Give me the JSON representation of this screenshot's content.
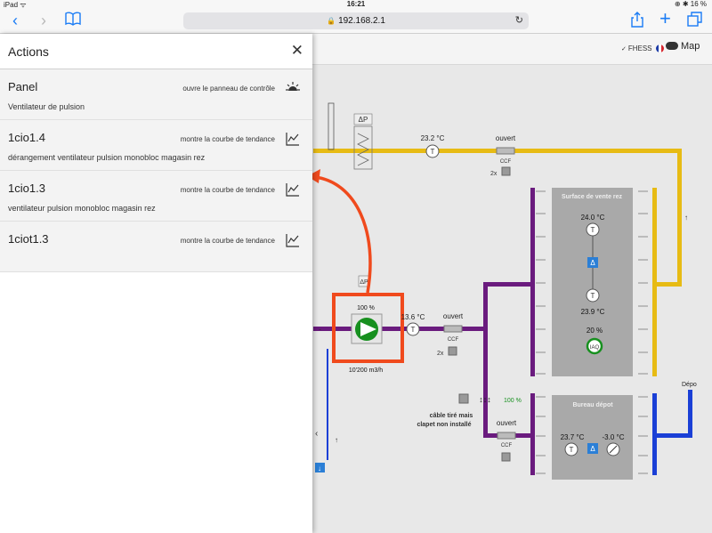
{
  "statusbar": {
    "device": "iPad ᯤ",
    "time": "16:21",
    "battery": "⊕ ✱ 16 %"
  },
  "browser": {
    "url": "192.168.2.1"
  },
  "header": {
    "user": "FHESS",
    "map_label": "Map"
  },
  "panel": {
    "title": "Actions",
    "items": [
      {
        "name": "Panel",
        "hint": "ouvre le panneau de contrôle",
        "desc": "Ventilateur de pulsion",
        "icon": "sun-icon"
      },
      {
        "name": "1cio1.4",
        "hint": "montre la courbe de tendance",
        "desc": "dérangement ventilateur pulsion monobloc magasin rez",
        "icon": "trend-chart-icon"
      },
      {
        "name": "1cio1.3",
        "hint": "montre la courbe de tendance",
        "desc": "ventilateur pulsion monobloc magasin rez",
        "icon": "trend-chart-icon"
      },
      {
        "name": "1ciot1.3",
        "hint": "montre la courbe de tendance",
        "desc": "",
        "icon": "trend-chart-icon"
      }
    ]
  },
  "schematic": {
    "temp_top": "23.2 °C",
    "valve_top_state": "ouvert",
    "ccf": "CCF",
    "count_2x": "2x",
    "dp_label": "ΔP",
    "fan_percent": "100 %",
    "fan_flow": "10'200 m3/h",
    "temp_supply": "13.6 °C",
    "valve_mid_state": "ouvert",
    "damper_percent": "100 %",
    "cable_note_1": "câble tiré mais",
    "cable_note_2": "clapet non installé",
    "valve_low_state": "ouvert",
    "zone1": {
      "title": "Surface de vente rez",
      "temp_a": "24.0 °C",
      "temp_b": "23.9 °C",
      "percent": "20 %",
      "iaq": "IAQ"
    },
    "zone2": {
      "title": "Bureau dépot",
      "temp": "23.7 °C",
      "outside": "-3.0 °C"
    },
    "depot_cut": "Dépo",
    "t_symbol": "T",
    "delta_symbol": "Δ"
  },
  "colors": {
    "yellow_duct": "#e7bb14",
    "purple_duct": "#6a1b7e",
    "blue_duct": "#1a3fd6",
    "callout": "#f04a1d",
    "fan_green": "#17901f"
  }
}
